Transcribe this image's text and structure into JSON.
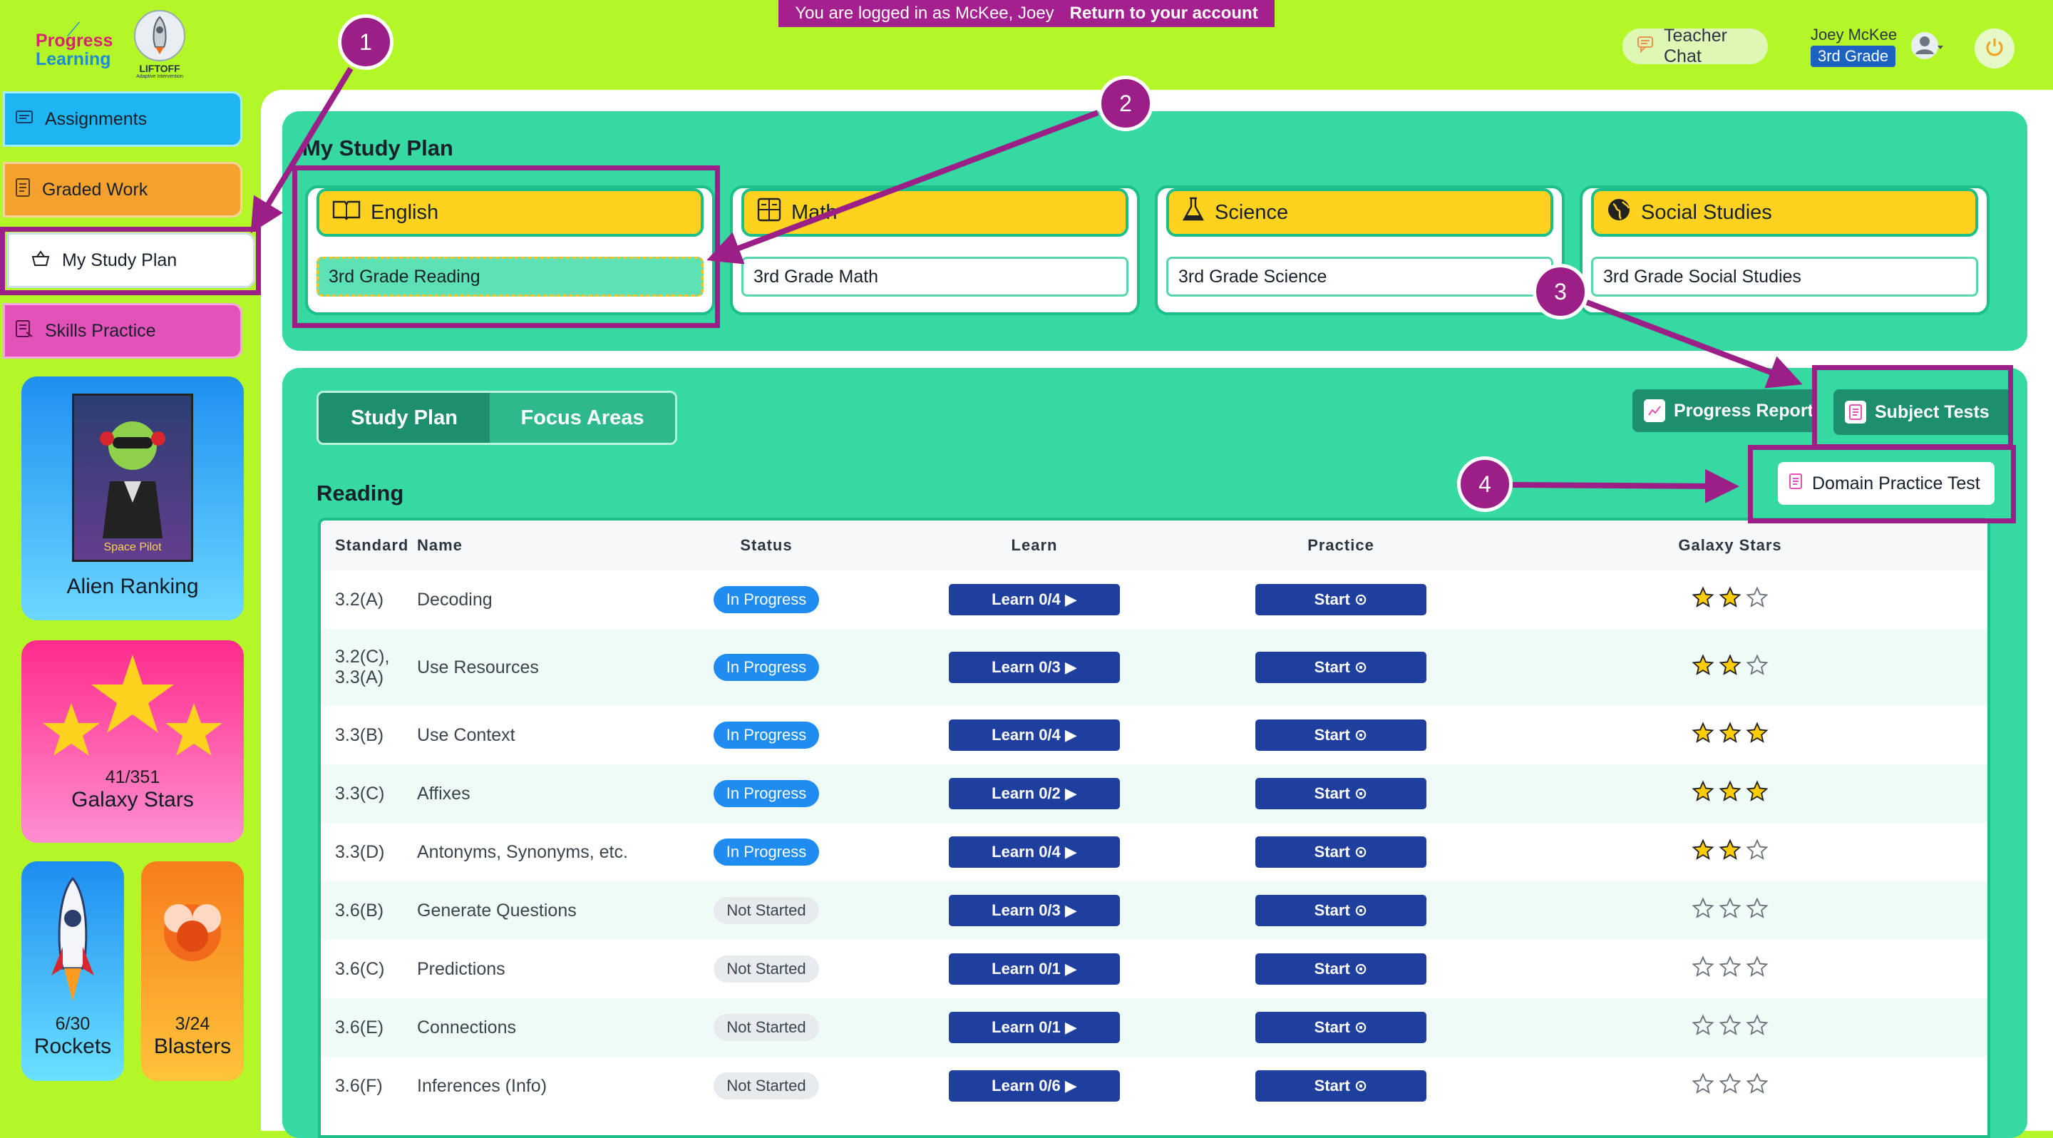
{
  "banner": {
    "logged_in_text": "You are logged in as McKee, Joey",
    "return_label": "Return to your account"
  },
  "logos": {
    "progress": "Progress",
    "learning": "Learning",
    "liftoff": "LIFTOFF",
    "liftoff_sub": "Adaptive Intervention"
  },
  "header": {
    "teacher_chat": "Teacher Chat",
    "user_name": "Joey McKee",
    "grade": "3rd Grade"
  },
  "sidebar": {
    "items": [
      {
        "label": "Assignments"
      },
      {
        "label": "Graded Work"
      },
      {
        "label": "My Study Plan"
      },
      {
        "label": "Skills Practice"
      }
    ],
    "alien": {
      "pic_label": "Space Pilot",
      "title": "Alien Ranking"
    },
    "galaxy": {
      "count": "41/351",
      "title": "Galaxy Stars"
    },
    "rockets": {
      "count": "6/30",
      "title": "Rockets"
    },
    "blasters": {
      "count": "3/24",
      "title": "Blasters"
    }
  },
  "study_plan": {
    "title": "My Study Plan",
    "subjects": [
      {
        "name": "English",
        "course": "3rd Grade Reading"
      },
      {
        "name": "Math",
        "course": "3rd Grade Math"
      },
      {
        "name": "Science",
        "course": "3rd Grade Science"
      },
      {
        "name": "Social Studies",
        "course": "3rd Grade Social Studies"
      }
    ]
  },
  "tabs": {
    "study_plan": "Study Plan",
    "focus_areas": "Focus Areas"
  },
  "actions": {
    "progress_report": "Progress Report",
    "subject_tests": "Subject Tests",
    "domain_practice": "Domain Practice Test"
  },
  "reading": {
    "title": "Reading",
    "headers": {
      "standard": "Standard",
      "name": "Name",
      "status": "Status",
      "learn": "Learn",
      "practice": "Practice",
      "stars": "Galaxy Stars"
    },
    "rows": [
      {
        "standard": "3.2(A)",
        "name": "Decoding",
        "status": "In Progress",
        "learn": "Learn 0/4 ▶",
        "practice": "Start ⊙",
        "stars": 2
      },
      {
        "standard": "3.2(C),\n3.3(A)",
        "name": "Use Resources",
        "status": "In Progress",
        "learn": "Learn 0/3 ▶",
        "practice": "Start ⊙",
        "stars": 2
      },
      {
        "standard": "3.3(B)",
        "name": "Use Context",
        "status": "In Progress",
        "learn": "Learn 0/4 ▶",
        "practice": "Start ⊙",
        "stars": 3
      },
      {
        "standard": "3.3(C)",
        "name": "Affixes",
        "status": "In Progress",
        "learn": "Learn 0/2 ▶",
        "practice": "Start ⊙",
        "stars": 3
      },
      {
        "standard": "3.3(D)",
        "name": "Antonyms, Synonyms, etc.",
        "status": "In Progress",
        "learn": "Learn 0/4 ▶",
        "practice": "Start ⊙",
        "stars": 2
      },
      {
        "standard": "3.6(B)",
        "name": "Generate Questions",
        "status": "Not Started",
        "learn": "Learn 0/3 ▶",
        "practice": "Start ⊙",
        "stars": 0
      },
      {
        "standard": "3.6(C)",
        "name": "Predictions",
        "status": "Not Started",
        "learn": "Learn 0/1 ▶",
        "practice": "Start ⊙",
        "stars": 0
      },
      {
        "standard": "3.6(E)",
        "name": "Connections",
        "status": "Not Started",
        "learn": "Learn 0/1 ▶",
        "practice": "Start ⊙",
        "stars": 0
      },
      {
        "standard": "3.6(F)",
        "name": "Inferences (Info)",
        "status": "Not Started",
        "learn": "Learn 0/6 ▶",
        "practice": "Start ⊙",
        "stars": 0
      }
    ]
  },
  "annotations": [
    "1",
    "2",
    "3",
    "4"
  ],
  "colors": {
    "lime": "#b4f729",
    "teal": "#36d9a2",
    "magenta": "#9b1f86",
    "navy": "#1f3f9f",
    "yellow": "#ffd21f"
  }
}
